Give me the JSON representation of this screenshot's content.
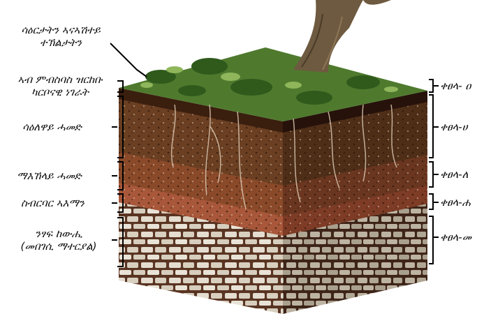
{
  "labels_left": {
    "plants": [
      "ሳዕርታትን ኣናኣሽተይ",
      "ተኽልታትን"
    ],
    "organic": [
      "ኣብ ምብስባስ ዝርከቡ",
      "ካርቦናዊ ነገራት"
    ],
    "topsoil": "ሳዕለዋይ ሓመድ",
    "subsoil": "ማእኸላይ ሓመድ",
    "weathered": "ስብርባር ኣእማን",
    "parent": [
      "ንፃፍ ከውሒ",
      "(መበገሲ ማተርያል)"
    ]
  },
  "labels_right": {
    "o": "ቀፀላ- ዐ",
    "a": "ቀፀላ-ሀ",
    "b": "ቀፀላ-ለ",
    "c": "ቀፀላ-ሐ",
    "r": "ቀፀላ-መ"
  },
  "colors": {
    "grass": "#4f7a2e",
    "organic": "#3a1e0e",
    "topsoil": "#6b3f22",
    "subsoil": "#8a4a2a",
    "weathered": "#a8573a",
    "bedrock": "#d9d2c4",
    "bark": "#6e5a40"
  }
}
